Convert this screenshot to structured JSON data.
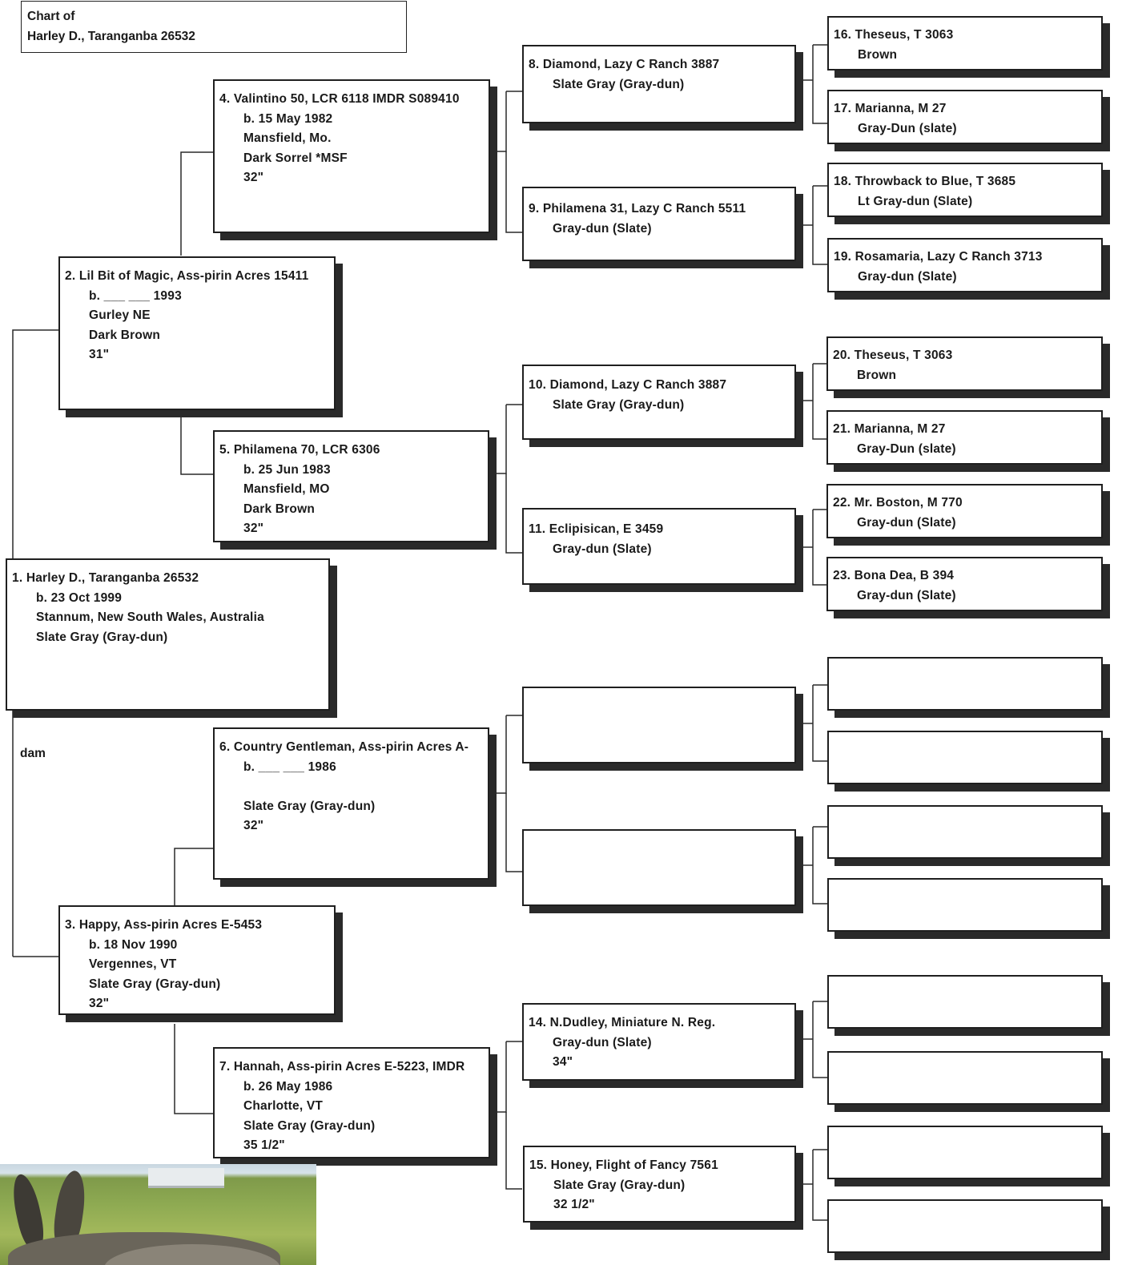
{
  "title": {
    "line1": "Chart of",
    "line2": "Harley D., Taranganba 26532"
  },
  "dam_label": "dam",
  "horses": {
    "h1": {
      "lines": [
        "1. Harley D., Taranganba 26532",
        "b. 23 Oct 1999",
        "Stannum, New South Wales, Australia",
        "Slate Gray (Gray-dun)"
      ]
    },
    "h2": {
      "lines": [
        "2. Lil Bit of Magic, Ass-pirin Acres 15411",
        "b. ___ ___ 1993",
        "Gurley NE",
        "Dark Brown",
        "31\""
      ]
    },
    "h3": {
      "lines": [
        "3. Happy, Ass-pirin Acres E-5453",
        "b. 18 Nov 1990",
        "Vergennes, VT",
        "Slate Gray (Gray-dun)",
        "32\""
      ]
    },
    "h4": {
      "lines": [
        "4. Valintino 50, LCR 6118 IMDR S089410",
        "b. 15 May 1982",
        "Mansfield, Mo.",
        "Dark Sorrel *MSF",
        "32\""
      ]
    },
    "h5": {
      "lines": [
        "5. Philamena 70, LCR 6306",
        "b. 25 Jun 1983",
        "Mansfield, MO",
        "Dark Brown",
        "32\""
      ]
    },
    "h6": {
      "lines": [
        "6. Country Gentleman, Ass-pirin Acres A-",
        "b. ___ ___ 1986",
        "",
        "Slate Gray (Gray-dun)",
        "32\""
      ]
    },
    "h7": {
      "lines": [
        "7. Hannah, Ass-pirin Acres E-5223, IMDR",
        "b. 26 May 1986",
        "Charlotte, VT",
        "Slate Gray (Gray-dun)",
        "35 1/2\""
      ]
    },
    "h8": {
      "lines": [
        "8. Diamond, Lazy C Ranch 3887",
        "Slate Gray (Gray-dun)"
      ]
    },
    "h9": {
      "lines": [
        "9. Philamena 31, Lazy C Ranch 5511",
        "Gray-dun (Slate)"
      ]
    },
    "h10": {
      "lines": [
        "10. Diamond, Lazy C Ranch 3887",
        "Slate Gray (Gray-dun)"
      ]
    },
    "h11": {
      "lines": [
        "11. Eclipisican, E 3459",
        "Gray-dun (Slate)"
      ]
    },
    "h14": {
      "lines": [
        "14. N.Dudley, Miniature N. Reg.",
        "Gray-dun (Slate)",
        "34\""
      ]
    },
    "h15": {
      "lines": [
        "15. Honey, Flight of Fancy 7561",
        "Slate Gray (Gray-dun)",
        "32 1/2\""
      ]
    },
    "h16": {
      "lines": [
        "16. Theseus, T 3063",
        "Brown"
      ]
    },
    "h17": {
      "lines": [
        "17. Marianna, M 27",
        "Gray-Dun (slate)"
      ]
    },
    "h18": {
      "lines": [
        "18. Throwback to Blue, T 3685",
        "Lt Gray-dun (Slate)"
      ]
    },
    "h19": {
      "lines": [
        "19. Rosamaria, Lazy C Ranch 3713",
        "Gray-dun (Slate)"
      ]
    },
    "h20": {
      "lines": [
        "20. Theseus, T 3063",
        "Brown"
      ]
    },
    "h21": {
      "lines": [
        "21. Marianna, M 27",
        "Gray-Dun (slate)"
      ]
    },
    "h22": {
      "lines": [
        "22. Mr. Boston, M 770",
        "Gray-dun (Slate)"
      ]
    },
    "h23": {
      "lines": [
        "23. Bona Dea, B 394",
        "Gray-dun (Slate)"
      ]
    }
  }
}
